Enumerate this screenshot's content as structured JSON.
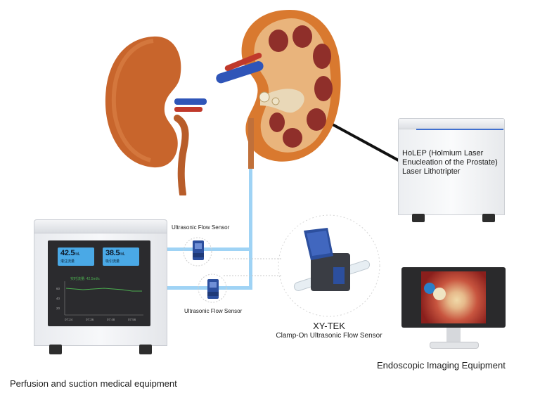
{
  "devices": {
    "perfusion": {
      "caption": "Perfusion and suction medical equipment",
      "readout_left": {
        "value": "42.5",
        "unit": "mL",
        "label": "灌注流量"
      },
      "readout_right": {
        "value": "38.5",
        "unit": "mL",
        "label": "吸引流量"
      },
      "chart_legend": "实时流量: 42.5ml/s",
      "chart_y_ticks": [
        "60",
        "40",
        "20"
      ],
      "chart_x_ticks": [
        "07:24",
        "07:36",
        "07:48",
        "07:56"
      ]
    },
    "laser": {
      "label": "HoLEP (Holmium Laser Enucleation of the Prostate) Laser Lithotripter"
    },
    "imaging": {
      "caption": "Endoscopic Imaging Equipment"
    }
  },
  "sensors": {
    "upper_label": "Ultrasonic Flow Sensor",
    "lower_label": "Ultrasonic Flow Sensor"
  },
  "featured_sensor": {
    "brand": "XY-TEK",
    "description": "Clamp-On Ultrasonic Flow Sensor"
  },
  "colors": {
    "tube": "#9fd3f5",
    "sensor_blue": "#2c4f9e",
    "kidney": "#c8652c",
    "cable": "#111111"
  }
}
